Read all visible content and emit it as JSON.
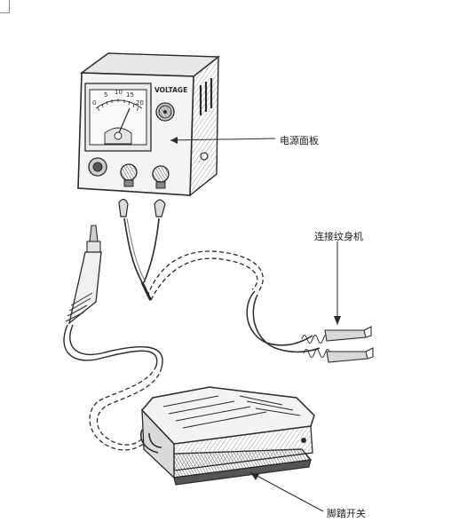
{
  "labels": {
    "power_panel": "电源面板",
    "tattoo_machine": "连接纹身机",
    "foot_switch": "脚踏开关"
  },
  "meter": {
    "brand_text": "VOLTAGE",
    "scale_ticks": [
      "0",
      "5",
      "10",
      "15",
      "20"
    ]
  },
  "colors": {
    "ink": "#2a2a2a",
    "shade": "#6b6b6b",
    "light_shade": "#b5b5b5",
    "paper": "#ffffff"
  }
}
